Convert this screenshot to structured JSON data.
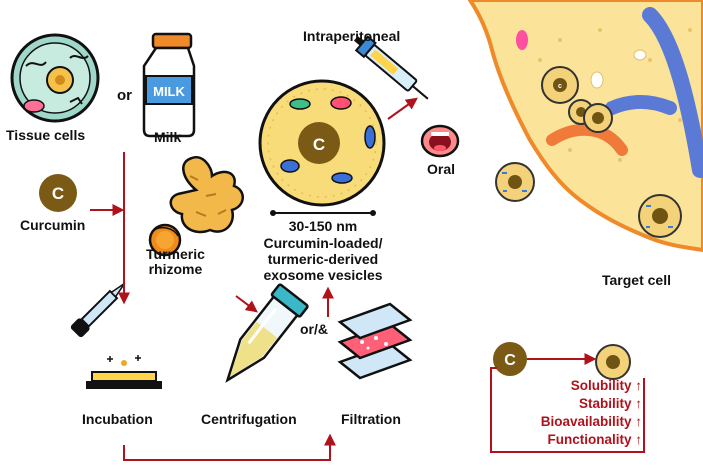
{
  "sources": {
    "tissue_cells": "Tissue cells",
    "or": "or",
    "milk": "Milk",
    "milk_bottle_text": "MILK"
  },
  "curcumin": {
    "symbol": "C",
    "label": "Curcumin"
  },
  "turmeric": {
    "label": "Turmeric\nrhizome"
  },
  "routes": {
    "intraperitoneal": "Intraperitoneal",
    "oral": "Oral"
  },
  "exosome": {
    "symbol": "C",
    "size": "30-150 nm",
    "description_line1": "Curcumin-loaded/",
    "description_line2": "turmeric-derived",
    "description_line3": "exosome vesicles"
  },
  "target": {
    "label": "Target cell",
    "vesicle_symbol": "c"
  },
  "steps": {
    "incubation": "Incubation",
    "centrifugation": "Centrifugation",
    "or_and": "or/&",
    "filtration": "Filtration"
  },
  "benefits": {
    "symbol": "C",
    "items": [
      "Solubility ↑",
      "Stability ↑",
      "Bioavailability ↑",
      "Functionality ↑"
    ]
  },
  "colors": {
    "arrow": "#b0121b",
    "curcumin_brown": "#7a5a14",
    "cell_fill": "#f9dc7a",
    "target_fill": "#fbe39a",
    "text_red": "#b0121b"
  }
}
